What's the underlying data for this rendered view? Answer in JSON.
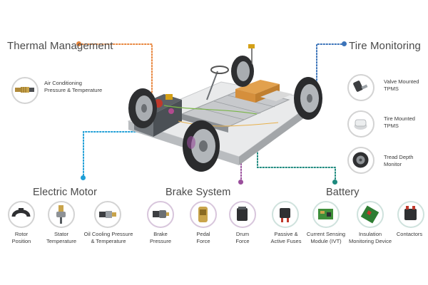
{
  "colors": {
    "thermal": "#e8853c",
    "tire": "#3b73b9",
    "motor": "#1f9fd6",
    "brake": "#9a4f9c",
    "battery": "#1e8a7e",
    "ring_default": "#d3d3d3"
  },
  "sections": {
    "thermal": {
      "title": "Thermal\nManagement",
      "items": [
        {
          "label": "Air Conditioning\nPressure & Temperature",
          "icon": "pressure-sensor-icon"
        }
      ]
    },
    "tire": {
      "title": "Tire\nMonitoring",
      "items": [
        {
          "label": "Valve Mounted\nTPMS",
          "icon": "valve-tpms-icon"
        },
        {
          "label": "Tire Mounted\nTPMS",
          "icon": "tire-tpms-icon"
        },
        {
          "label": "Tread Depth\nMonitor",
          "icon": "tread-monitor-icon"
        }
      ]
    },
    "motor": {
      "title": "Electric Motor",
      "items": [
        {
          "label": "Rotor\nPosition",
          "icon": "rotor-sensor-icon"
        },
        {
          "label": "Stator\nTemperature",
          "icon": "stator-sensor-icon"
        },
        {
          "label": "Oil Cooling Pressure\n& Temperature",
          "icon": "oil-sensor-icon"
        }
      ]
    },
    "brake": {
      "title": "Brake System",
      "items": [
        {
          "label": "Brake\nPressure",
          "icon": "brake-pressure-sensor-icon"
        },
        {
          "label": "Pedal\nForce",
          "icon": "pedal-force-sensor-icon"
        },
        {
          "label": "Drum\nForce",
          "icon": "drum-force-sensor-icon"
        }
      ]
    },
    "battery": {
      "title": "Battery",
      "items": [
        {
          "label": "Passive &\nActive Fuses",
          "icon": "fuse-icon"
        },
        {
          "label": "Current Sensing\nModule (IVT)",
          "icon": "current-module-icon"
        },
        {
          "label": "Insulation\nMonitoring Device",
          "icon": "insulation-board-icon"
        },
        {
          "label": "Contactors",
          "icon": "contactor-icon"
        }
      ]
    }
  }
}
